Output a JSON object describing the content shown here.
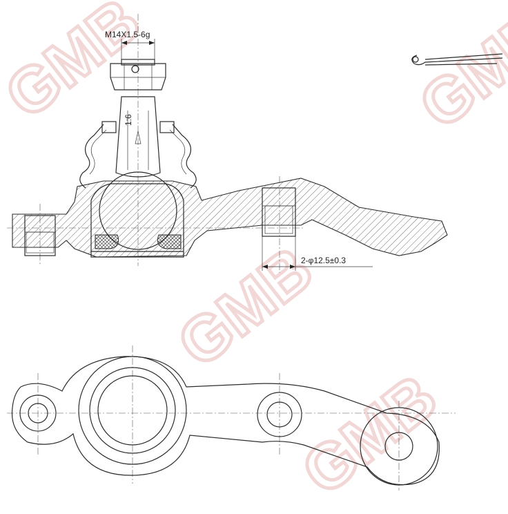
{
  "watermark": {
    "brand": "GMB",
    "color": "#e8b8b8"
  },
  "dimensions": {
    "thread_spec": "M14X1.5-6g",
    "taper": "1:6",
    "hole_spec": "2-φ12.5±0.3"
  },
  "icons": {
    "cotter_pin": "cotter-pin-icon"
  }
}
